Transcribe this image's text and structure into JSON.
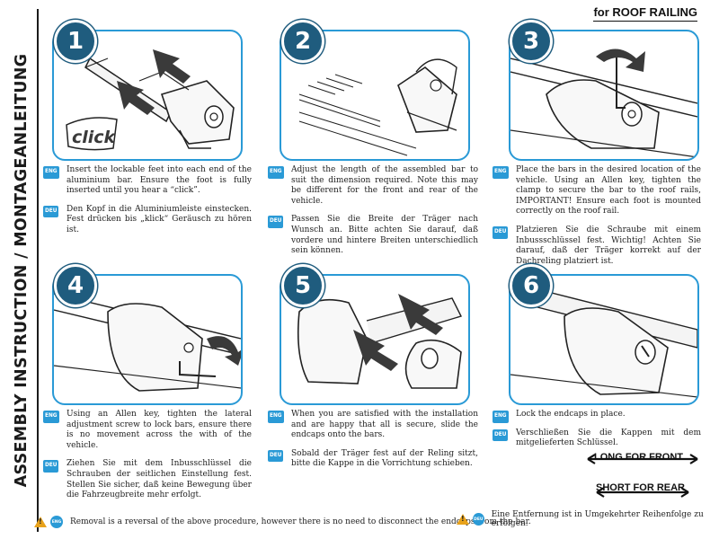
{
  "header": {
    "side_title": "ASSEMBLY INSTRUCTION / MONTAGEANLEITUNG",
    "top_label": "for ROOF RAILING"
  },
  "lang_tags": {
    "eng": "ENG",
    "deu": "DEU"
  },
  "steps": [
    {
      "number": "1",
      "click_label": "click",
      "eng": "Insert the lockable feet into each end of the aluminium bar. Ensure the foot is fully inserted until you hear a “click”.",
      "deu": "Den Kopf in die Aluminiumleiste einstecken. Fest drücken bis „klick“ Geräusch zu hören ist."
    },
    {
      "number": "2",
      "eng": "Adjust the length of the assembled bar to suit the dimension required. Note this may be different for the front and rear of the vehicle.",
      "deu": "Passen Sie die Breite der Träger nach Wunsch an. Bitte achten Sie darauf, daß vordere und hintere Breiten unterschiedlich sein können."
    },
    {
      "number": "3",
      "eng": "Place the bars in the desired location of the vehicle. Using an Allen key, tighten the clamp to secure the bar to the roof rails, IMPORTANT! Ensure each foot is mounted correctly on the roof rail.",
      "deu": "Platzieren Sie die Schraube mit einem Inbussschlüssel fest. Wichtig! Achten Sie darauf, daß der Träger korrekt auf der Dachreling platziert ist."
    },
    {
      "number": "4",
      "eng": "Using an Allen key, tighten the lateral adjustment screw to lock bars, ensure there is no movement across the with of the vehicle.",
      "deu": "Ziehen Sie mit dem Inbusschlüssel die Schrauben der seitlichen Einstellung fest. Stellen Sie sicher, daß keine Bewegung über die Fahrzeugbreite mehr erfolgt."
    },
    {
      "number": "5",
      "eng": "When you are satisfied with the installation and are happy that all is secure, slide the endcaps onto the bars.",
      "deu": "Sobald der Träger fest auf der Reling sitzt, bitte die Kappe in die Vorrichtung schieben."
    },
    {
      "number": "6",
      "eng": "Lock the endcaps in place.",
      "deu": "Verschließen Sie die Kappen mit dem mitgelieferten Schlüssel."
    }
  ],
  "arrow_labels": {
    "front": "LONG FOR FRONT",
    "rear": "SHORT FOR REAR"
  },
  "footer": {
    "eng_note": "Removal is a reversal of the above procedure, however there is no need to disconnect the endcaps from the bar.",
    "deu_note": "Eine Entfernung ist in Umgekehrter Reihenfolge zu erfolgen."
  },
  "colors": {
    "accent": "#2a9ad6",
    "badge": "#1f5c7e",
    "warning": "#e8a21b"
  }
}
